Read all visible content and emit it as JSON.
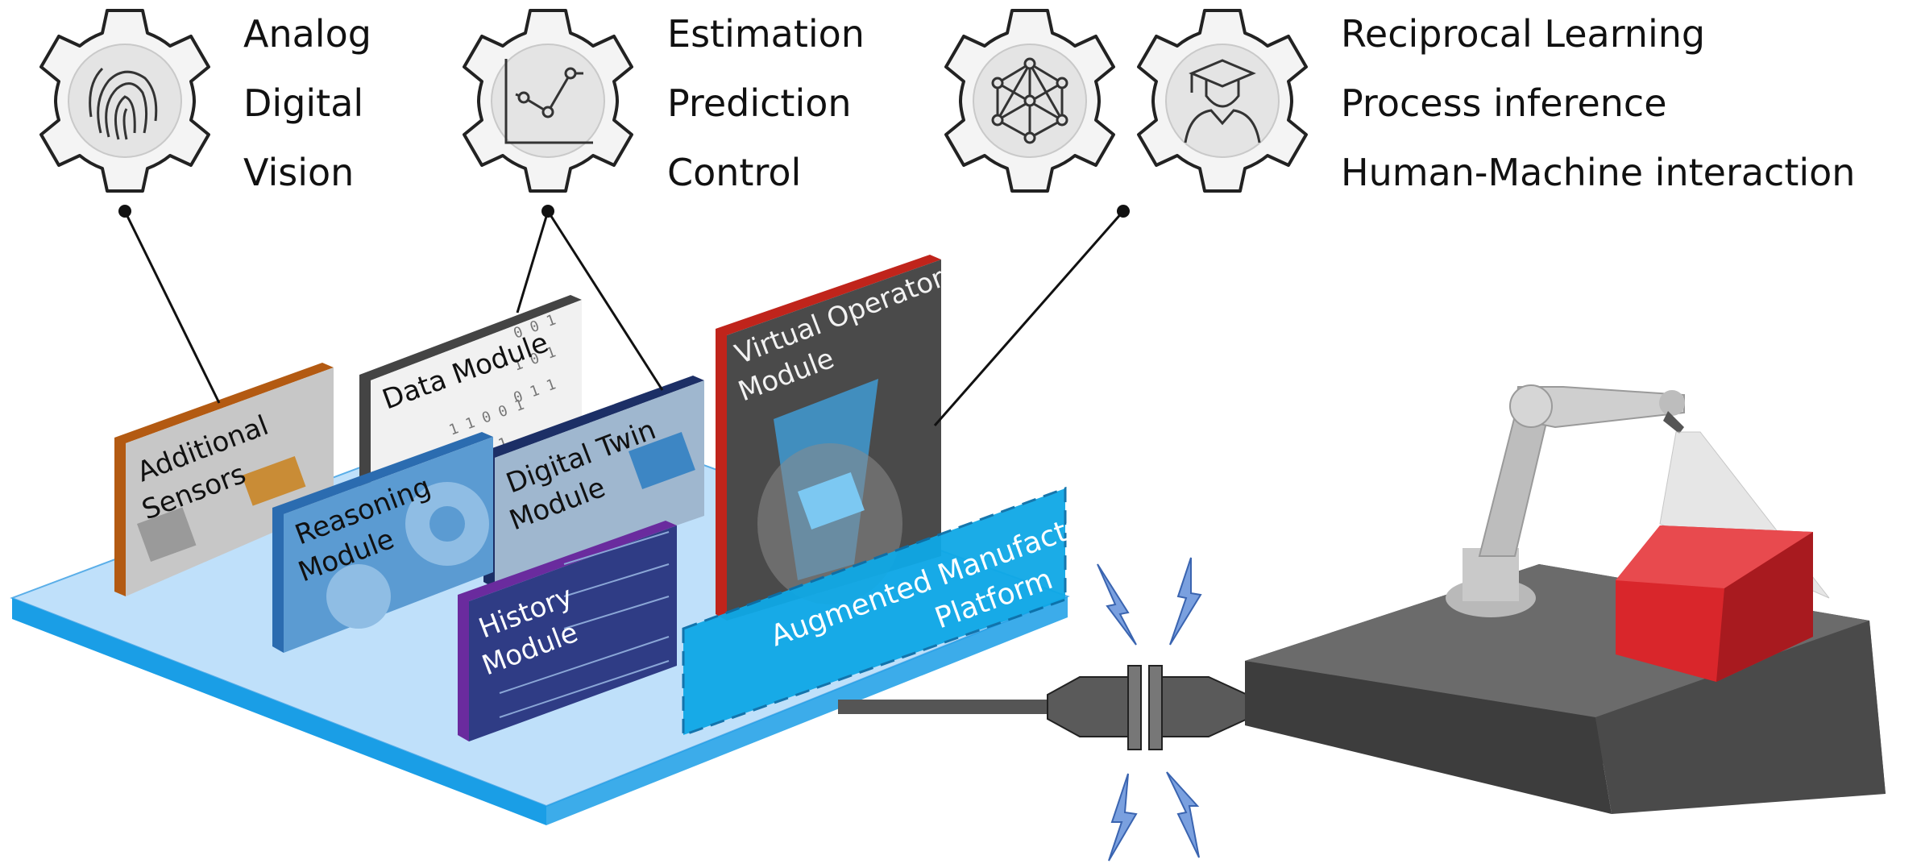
{
  "gear_groups": {
    "sensing": {
      "icons": [
        "fingerprint-icon"
      ],
      "labels": [
        "Analog",
        "Digital",
        "Vision"
      ]
    },
    "analysis": {
      "icons": [
        "line-chart-icon"
      ],
      "labels": [
        "Estimation",
        "Prediction",
        "Control"
      ]
    },
    "cognition": {
      "icons": [
        "network-icon",
        "operator-icon"
      ],
      "labels": [
        "Reciprocal Learning",
        "Process inference",
        "Human-Machine interaction"
      ]
    }
  },
  "modules": {
    "additional_sensors": {
      "line1": "Additional",
      "line2": "Sensors",
      "frame_color": "#b35a12"
    },
    "data": {
      "line1": "Data Module",
      "frame_color": "#444444"
    },
    "reasoning": {
      "line1": "Reasoning",
      "line2": "Module",
      "frame_color": "#2b6cb0"
    },
    "digital_twin": {
      "line1": "Digital Twin",
      "line2": "Module",
      "frame_color": "#1c2f66"
    },
    "history": {
      "line1": "History",
      "line2": "Module",
      "frame_color": "#6a2b9e"
    },
    "virtual_operator": {
      "line1": "Virtual Operator",
      "line2": "Module",
      "frame_color": "#c0241b"
    }
  },
  "platform": {
    "line1": "Augmented Manufacturing",
    "line2": "Platform",
    "color": "#0fa8e6"
  },
  "colors": {
    "base_plate": "#bfe0fa",
    "base_edge": "#1a9ee6",
    "robot_cell": "#3d3d3d",
    "workpiece": "#d9262b",
    "lightning": "#7aa0df"
  }
}
